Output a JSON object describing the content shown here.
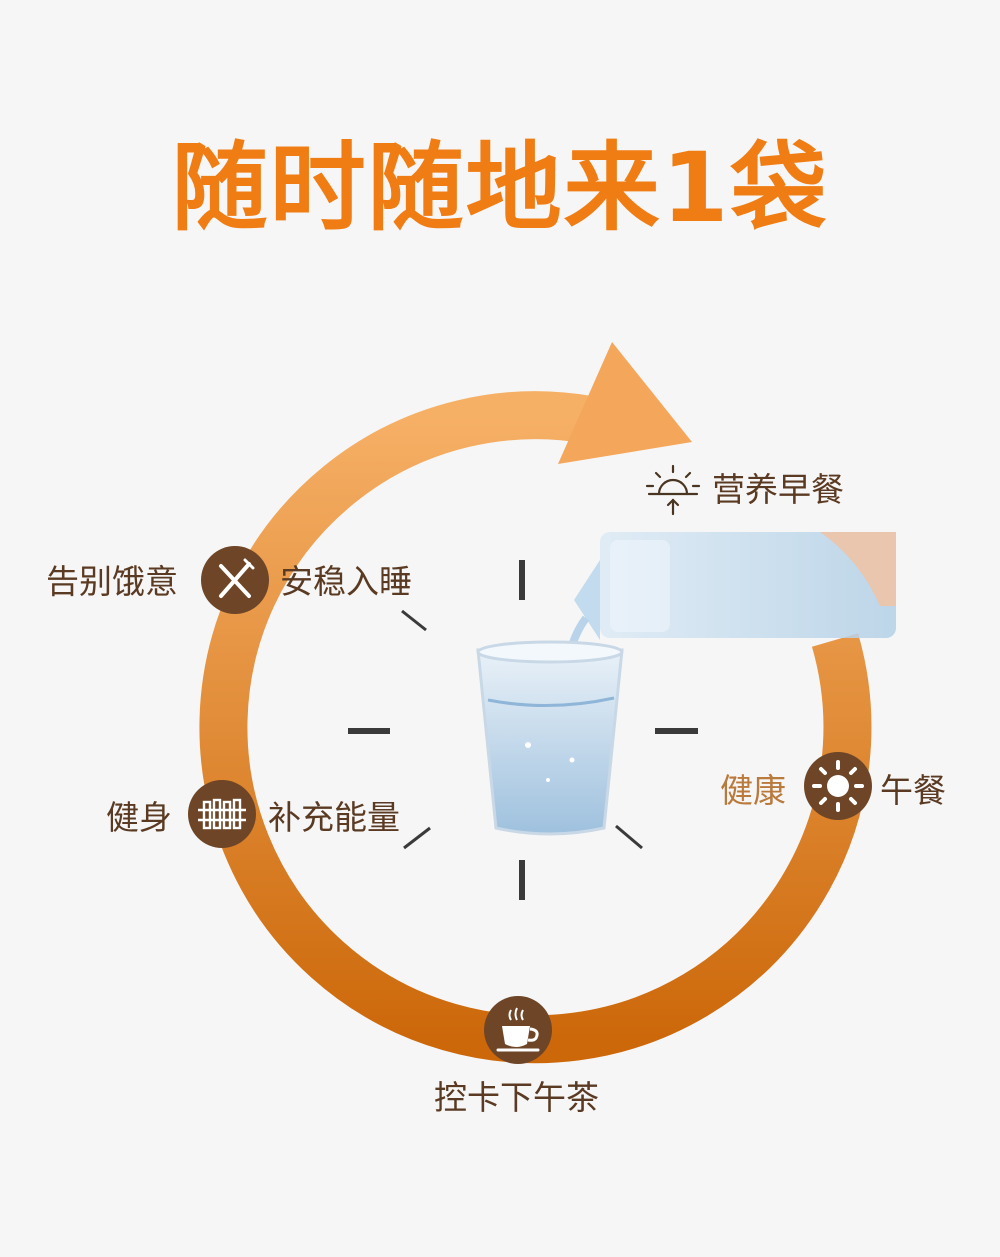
{
  "title": "随时随地来1袋",
  "colors": {
    "title": "#f07d14",
    "ring_top": "#f4aa5c",
    "ring_bottom": "#cf6b0c",
    "badge": "#6e4526",
    "label": "#5a3a22",
    "label_accent": "#b97a3c",
    "tick": "#3a3a3a",
    "water": "#a8c8e2"
  },
  "labels": {
    "breakfast": "营养早餐",
    "hunger": "告别饿意",
    "sleep": "安稳入睡",
    "fitness": "健身",
    "energy": "补充能量",
    "healthy": "健康",
    "lunch": "午餐",
    "tea": "控卡下午茶"
  },
  "icons": {
    "breakfast": "sunrise-icon",
    "hunger": "fork-knife-icon",
    "fitness": "fence-icon",
    "lunch": "sun-icon",
    "tea": "coffee-cup-icon",
    "center": "water-glass-bottle-illustration"
  }
}
